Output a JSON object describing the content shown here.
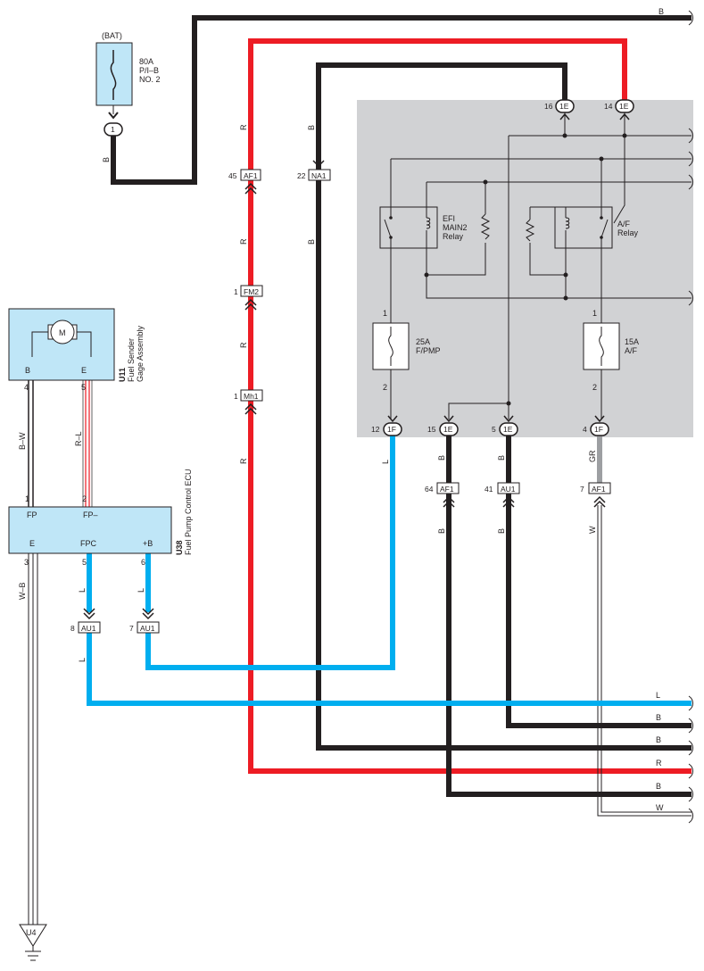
{
  "colors": {
    "black": "#231f20",
    "red": "#ed1c24",
    "blue": "#00aeef",
    "gray": "#9d9fa2",
    "relay_box": "#d1d2d4",
    "component_fill": "#bfe6f7"
  },
  "battery": {
    "label": "(BAT)",
    "fuse_lines": [
      "80A",
      "P/I–B",
      "NO. 2"
    ],
    "pin": "1",
    "wire": "B"
  },
  "top_right_wire": "B",
  "sender": {
    "code": "U11",
    "name": "Fuel Sender",
    "name2": "Gage Assembly",
    "motor": "M",
    "pin_b_label": "B",
    "pin_e_label": "E",
    "pin_b": "4",
    "pin_e": "5"
  },
  "ecu": {
    "code": "U38",
    "name": "Fuel Pump Control ECU",
    "labels": {
      "fp": "FP",
      "fpm": "FP–",
      "e": "E",
      "fpc": "FPC",
      "b": "+B"
    },
    "pins": {
      "fp": "1",
      "fpm": "2",
      "e": "3",
      "fpc": "5",
      "b": "6"
    }
  },
  "wires": {
    "bw": "B–W",
    "rl": "R–L",
    "wb": "W–B",
    "l": "L",
    "r": "R",
    "b": "B",
    "gr": "GR",
    "w": "W"
  },
  "connectors": {
    "af1_45": {
      "num": "45",
      "name": "AF1"
    },
    "fm2_1": {
      "num": "1",
      "name": "FM2"
    },
    "mh1_1": {
      "num": "1",
      "name": "Mh1"
    },
    "na1_22": {
      "num": "22",
      "name": "NA1"
    },
    "e1_16": {
      "num": "16",
      "name": "1E"
    },
    "e1_14": {
      "num": "14",
      "name": "1E"
    },
    "f1_12": {
      "num": "12",
      "name": "1F"
    },
    "e1_15": {
      "num": "15",
      "name": "1E"
    },
    "e1_5": {
      "num": "5",
      "name": "1E"
    },
    "f1_4": {
      "num": "4",
      "name": "1F"
    },
    "af1_64": {
      "num": "64",
      "name": "AF1"
    },
    "au1_41": {
      "num": "41",
      "name": "AU1"
    },
    "af1_7": {
      "num": "7",
      "name": "AF1"
    },
    "au1_8": {
      "num": "8",
      "name": "AU1"
    },
    "au1_7": {
      "num": "7",
      "name": "AU1"
    }
  },
  "relay_box": {
    "efi_relay": [
      "EFI",
      "MAIN2",
      "Relay"
    ],
    "af_relay": [
      "A/F",
      "Relay"
    ],
    "fuse1": {
      "lines": [
        "25A",
        "F/PMP"
      ],
      "pin_top": "1",
      "pin_bottom": "2"
    },
    "fuse2": {
      "lines": [
        "15A",
        "A/F"
      ],
      "pin_top": "1",
      "pin_bottom": "2"
    }
  },
  "right_wires": [
    "L",
    "B",
    "B",
    "R",
    "B",
    "W"
  ],
  "ground": "U4"
}
